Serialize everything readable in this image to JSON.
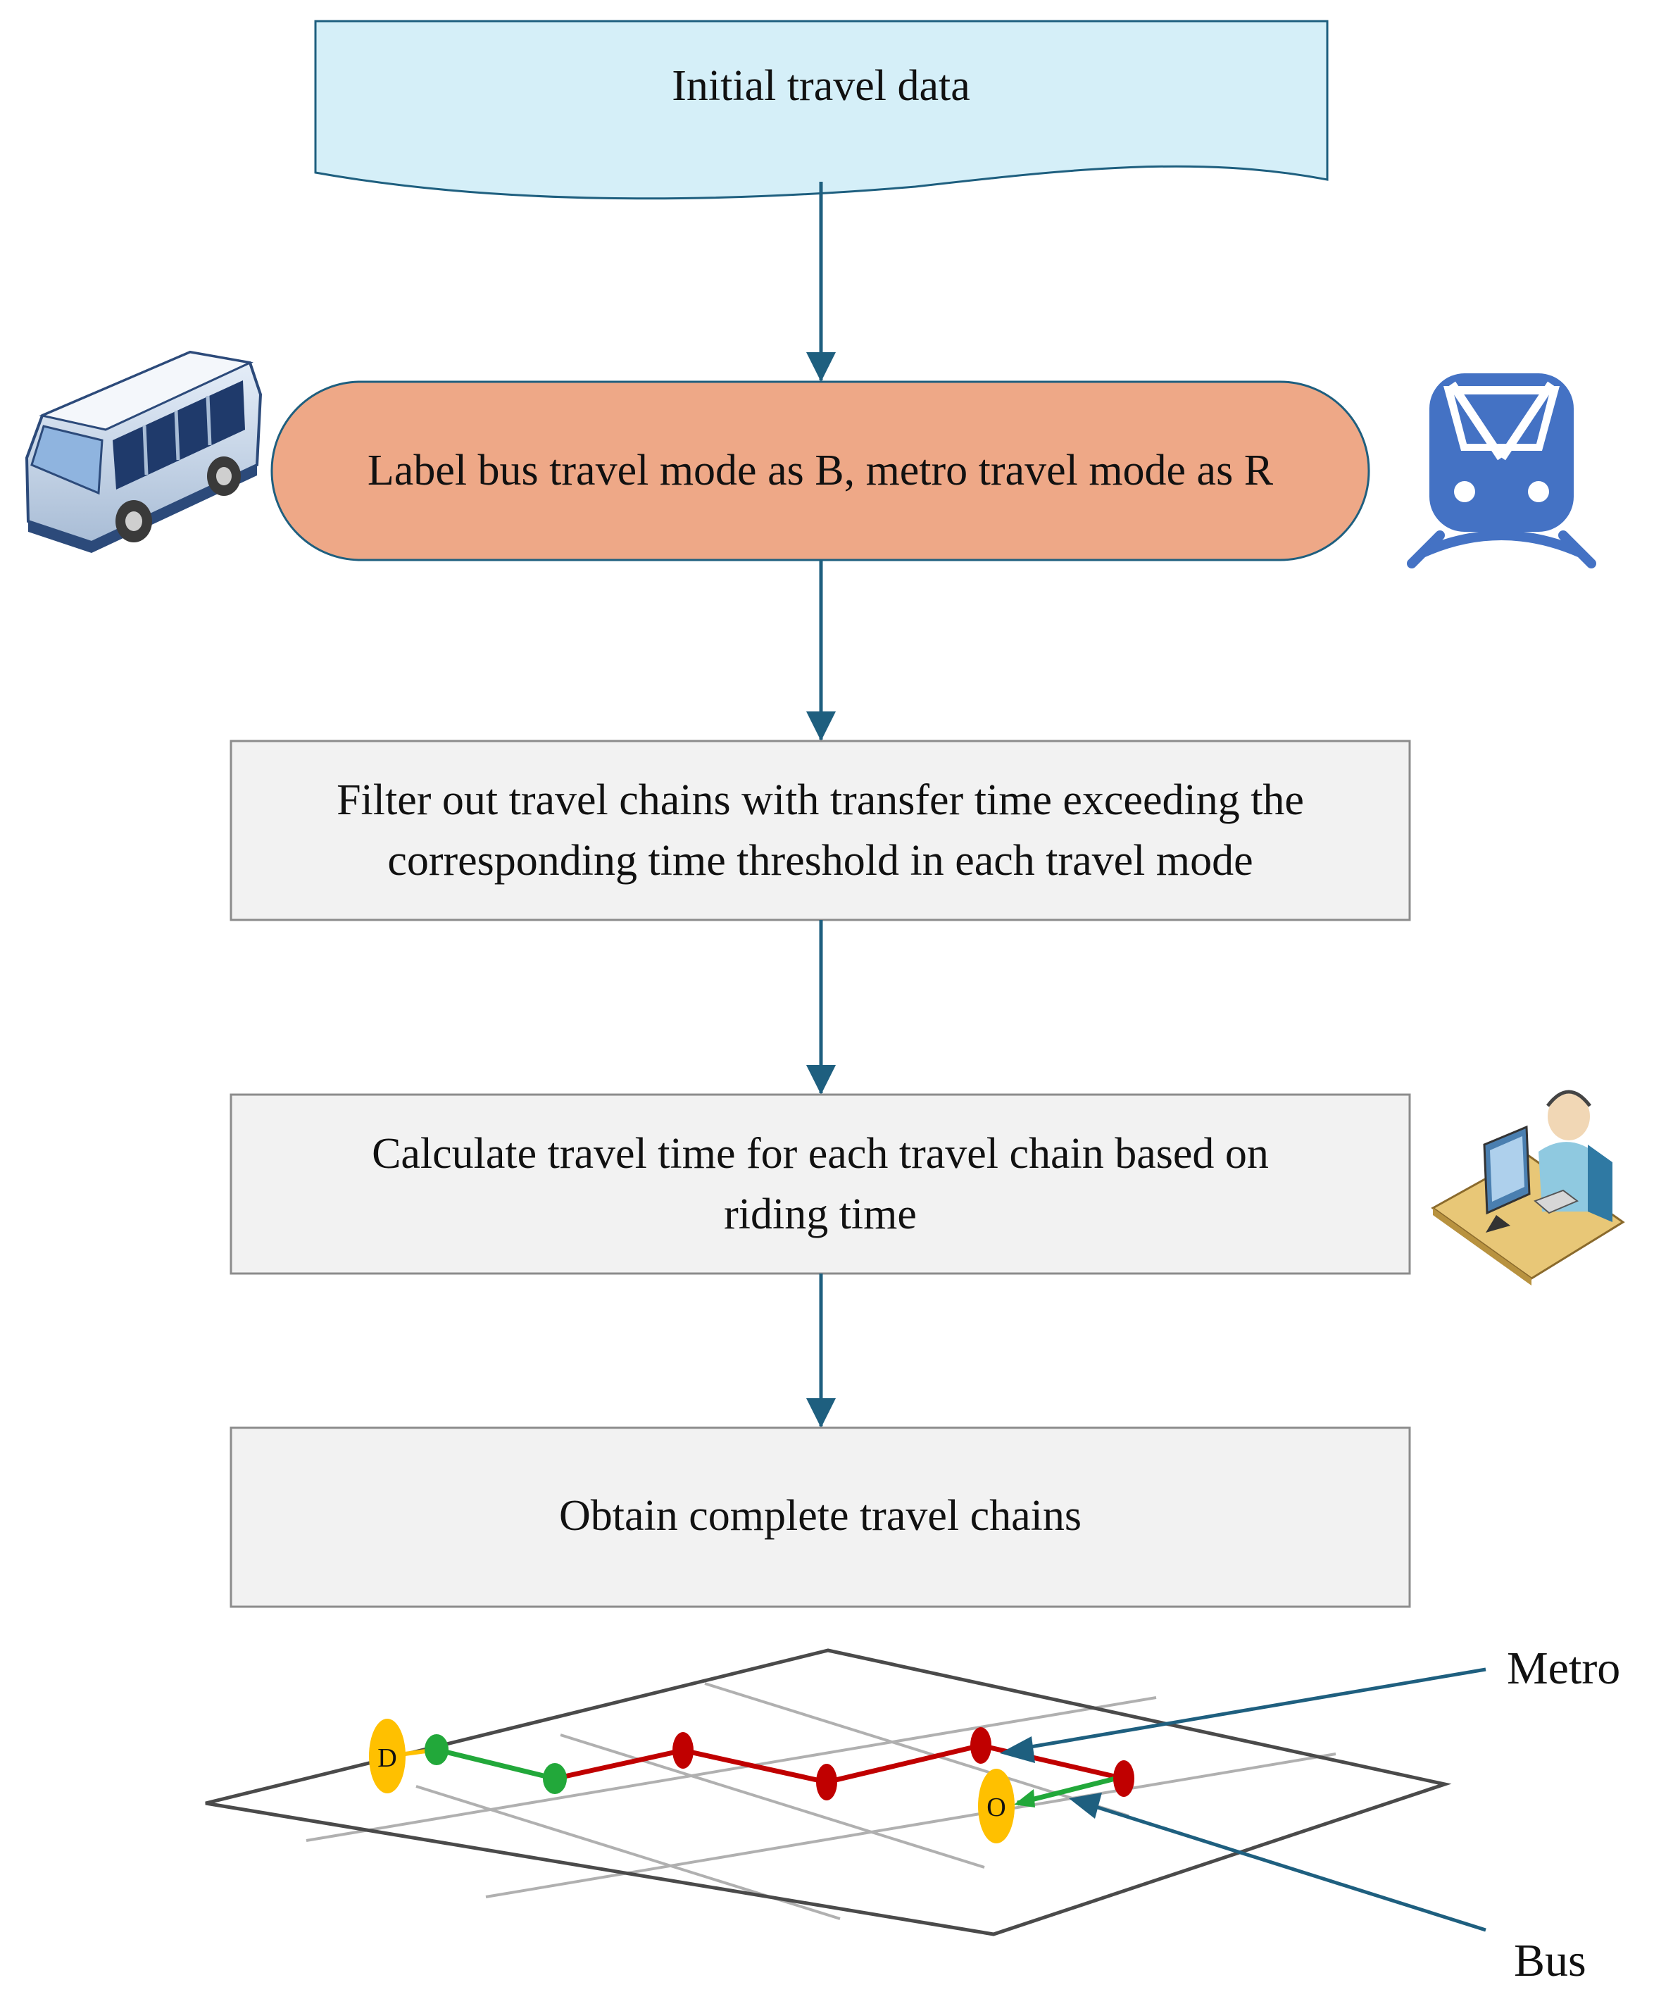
{
  "flow": {
    "start": "Initial travel data",
    "step1": "Label bus travel mode as B, metro travel mode as R",
    "step2": [
      "Filter out travel chains with transfer time exceeding the",
      "corresponding time threshold in each travel mode"
    ],
    "step3": [
      "Calculate travel time for each travel chain based on",
      "riding time"
    ],
    "step4": "Obtain complete travel chains"
  },
  "map": {
    "origin": "O",
    "destination": "D",
    "metro_label": "Metro",
    "bus_label": "Bus"
  },
  "icons": [
    "bus-icon",
    "metro-train-icon",
    "computer-operator-icon"
  ],
  "colors": {
    "start_fill": "#d5eff8",
    "step1_fill": "#eea887",
    "step_fill": "#f2f2f2",
    "arrow": "#1e5f7f",
    "metro_line": "#c00000",
    "bus_line": "#22a83a",
    "od_marker": "#ffc000",
    "train_blue": "#4472c4"
  }
}
